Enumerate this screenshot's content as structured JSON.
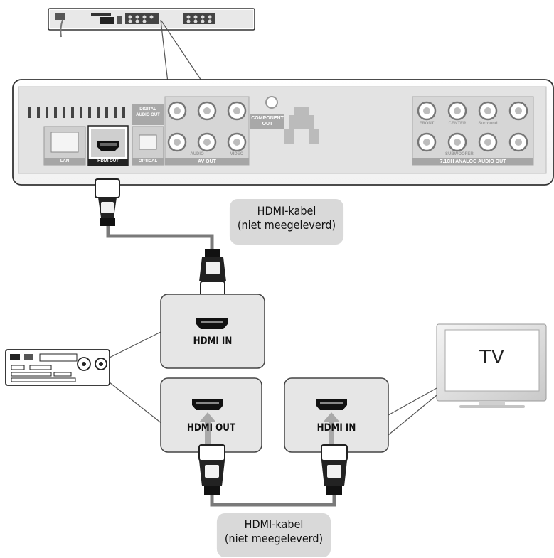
{
  "cable_labels": {
    "top": [
      "HDMI-kabel",
      "(niet meegeleverd)"
    ],
    "bottom": [
      "HDMI-kabel",
      "(niet meegeleverd)"
    ]
  },
  "receiver_ports": {
    "in_label": "HDMI IN",
    "out_label": "HDMI OUT"
  },
  "tv": {
    "port_label": "HDMI IN",
    "screen_text": "TV"
  },
  "player_panel": {
    "lan": "LAN",
    "hdmi_out": "HDMI OUT",
    "digital_audio_out": [
      "DIGITAL",
      "AUDIO OUT"
    ],
    "optical": "OPTICAL",
    "av_out": "AV OUT",
    "audio": "AUDIO",
    "video": "VIDEO",
    "component_out": [
      "COMPONENT",
      "OUT"
    ],
    "analog_out": "7.1CH ANALOG AUDIO OUT",
    "front": "FRONT",
    "center": "CENTER",
    "surround": "Surround",
    "subwoofer": "SUBWOOFER"
  },
  "colors": {
    "panel_fill": "#e6e6e6",
    "panel_stroke": "#444444",
    "label_bg": "#d9d9d9",
    "cable": "#7a7a7a",
    "arrow": "#a9a9a9"
  }
}
